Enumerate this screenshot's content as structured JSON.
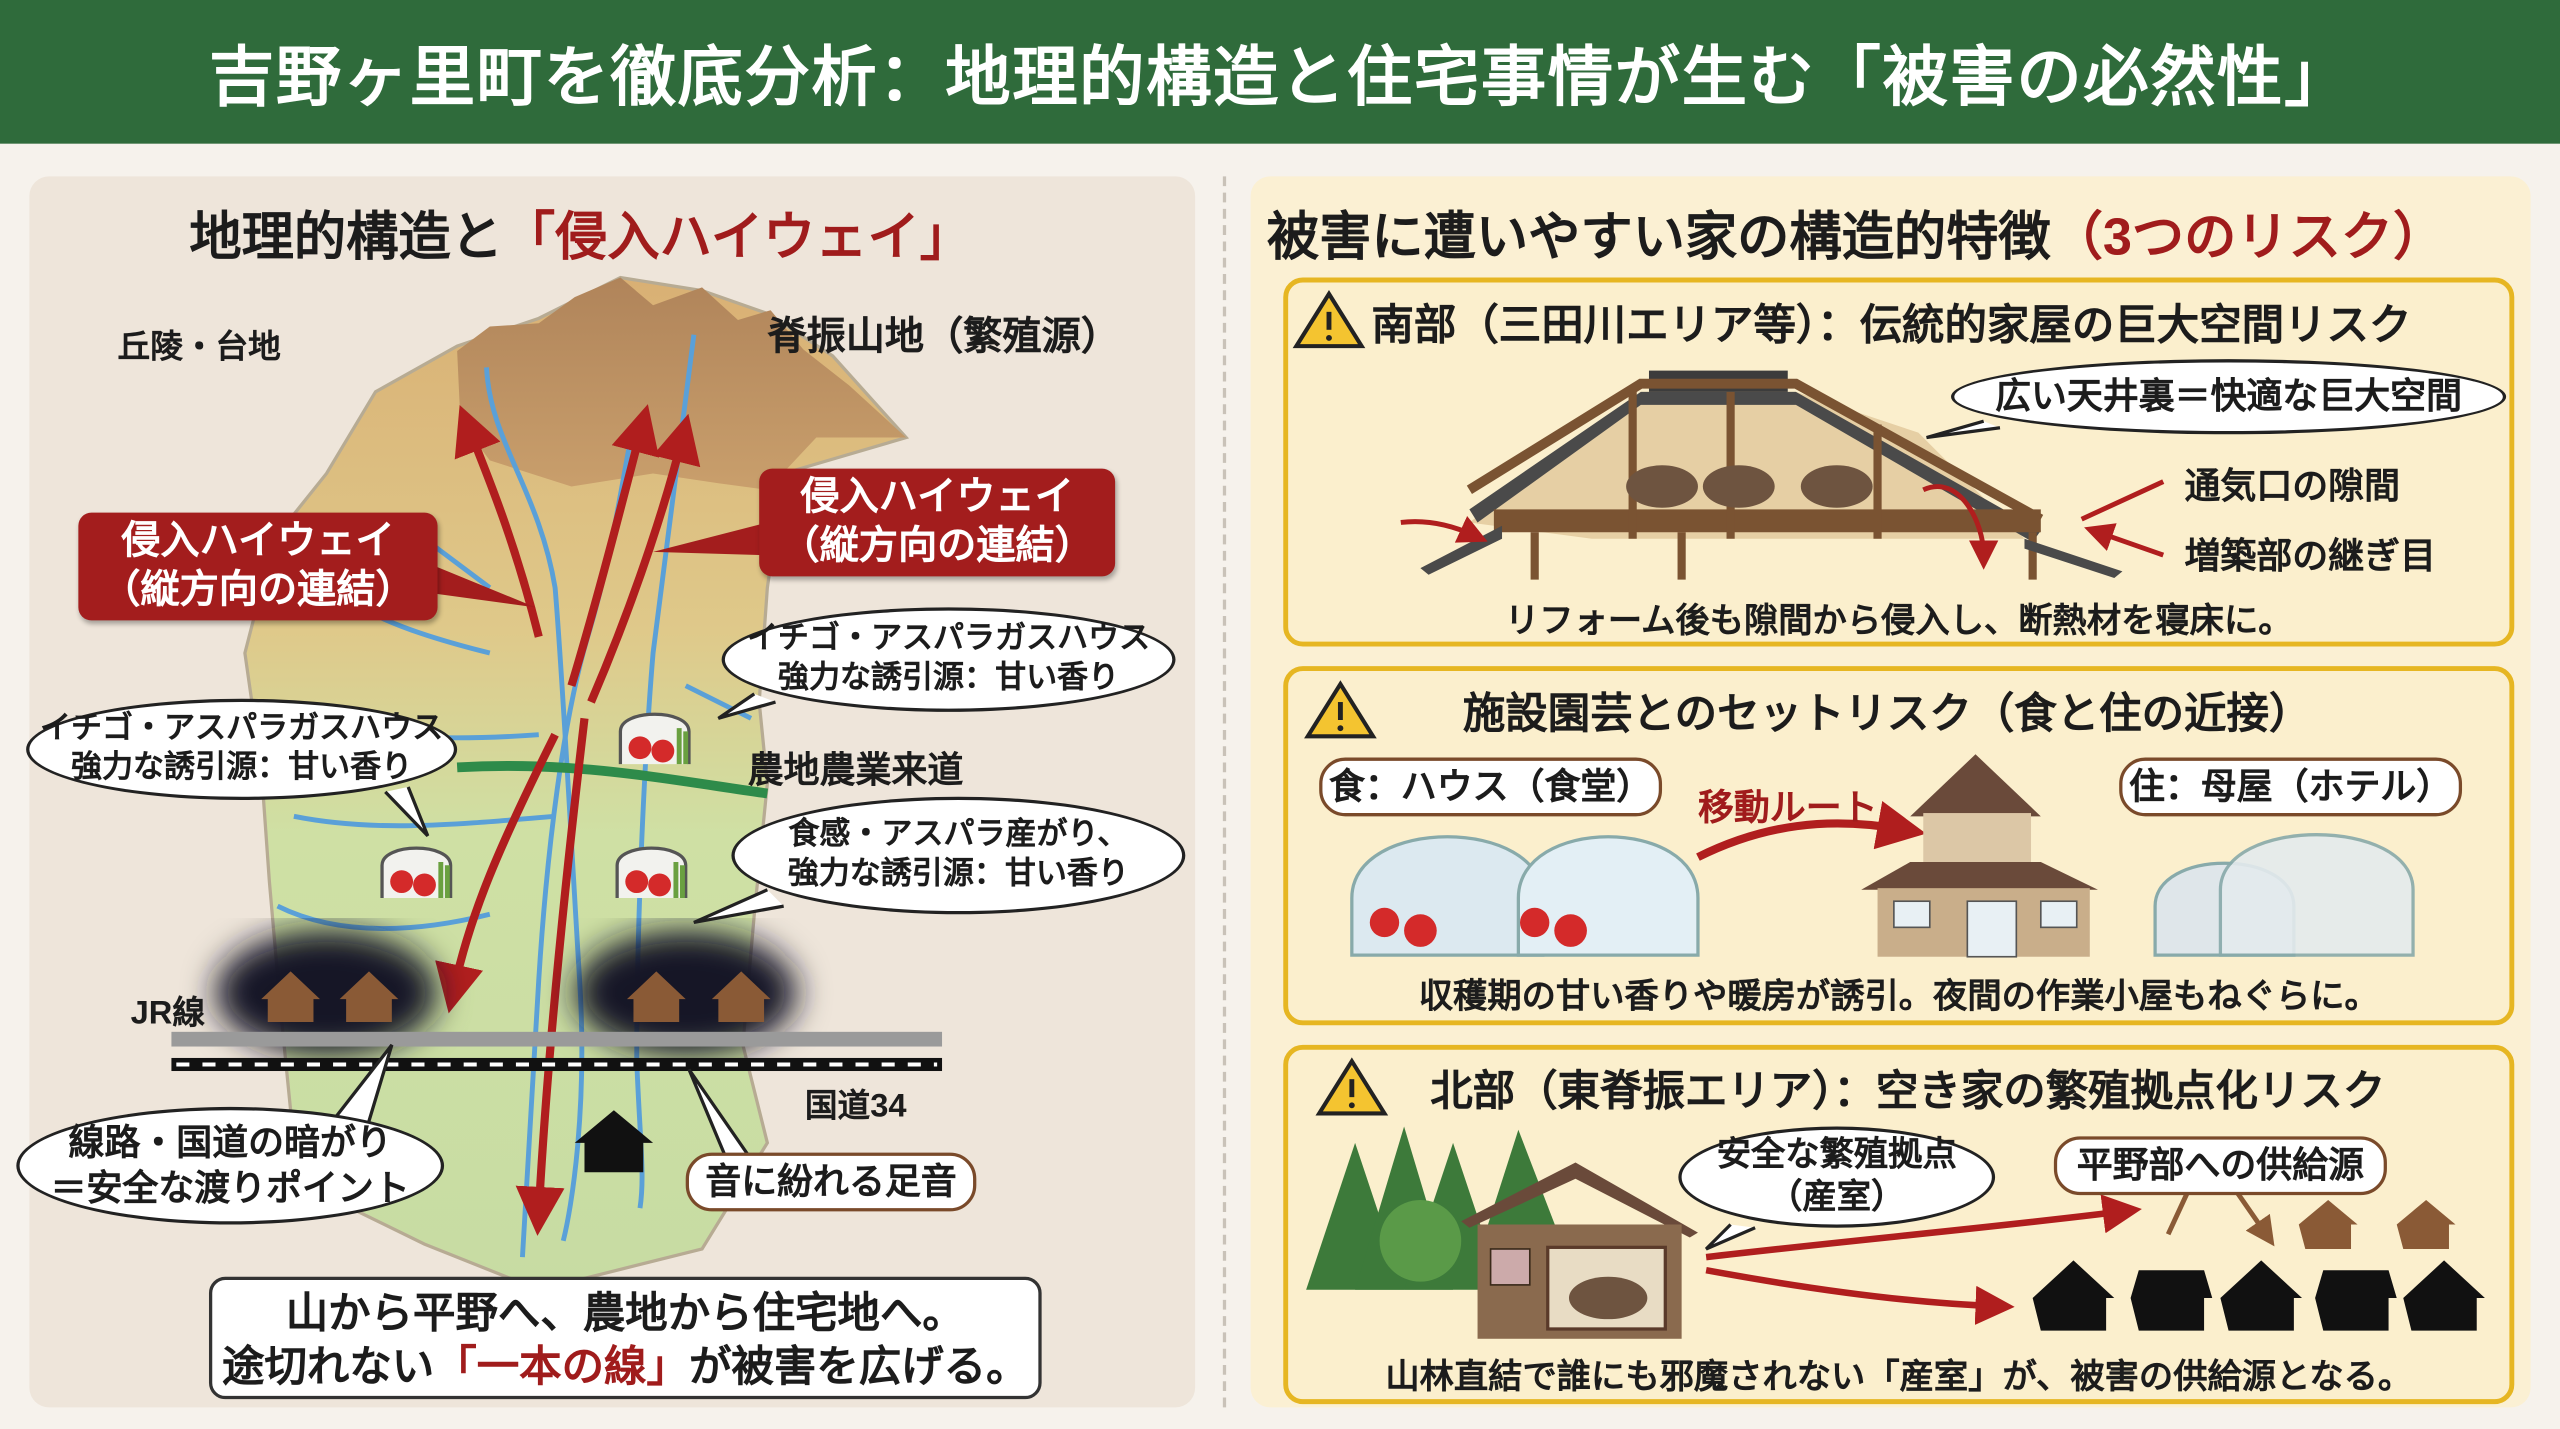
{
  "header": {
    "title": "吉野ヶ里町を徹底分析：地理的構造と住宅事情が生む「被害の必然性」"
  },
  "colors": {
    "header_green": "#2f6b3b",
    "accent_red": "#a31d1d",
    "warning_yellow": "#e6b622",
    "river_blue": "#5aa0d8",
    "road_green": "#2e8b4a"
  },
  "left": {
    "title_main": "地理的構造と",
    "title_highlight": "「侵入ハイウェイ」",
    "label_hills": "丘陵・台地",
    "label_mountains": "脊振山地（繁殖源）",
    "highway_left": {
      "line1": "侵入ハイウェイ",
      "line2": "（縦方向の連結）"
    },
    "highway_right": {
      "line1": "侵入ハイウェイ",
      "line2": "（縦方向の連結）"
    },
    "bubble_house_right": {
      "line1": "イチゴ・アスパラガスハウス",
      "line2": "強力な誘引源：甘い香り"
    },
    "bubble_house_left": {
      "line1": "イチゴ・アスパラガスハウス",
      "line2": "強力な誘引源：甘い香り"
    },
    "label_farm_road": "農地農業来道",
    "bubble_asparagus": {
      "line1": "食感・アスパラ産がり、",
      "line2": "強力な誘引源：甘い香り"
    },
    "label_jr": "JR線",
    "label_route34": "国道34",
    "bubble_crossing": {
      "line1": "線路・国道の暗がり",
      "line2": "＝安全な渡りポイント"
    },
    "tag_footsteps": "音に紛れる足音",
    "summary": {
      "line1": "山から平野へ、農地から住宅地へ。",
      "line2_pre": "途切れない",
      "line2_highlight": "「一本の線」",
      "line2_post": "が被害を広げる。"
    }
  },
  "right": {
    "title_main": "被害に遭いやすい家の構造的特徴",
    "title_highlight": "（3つのリスク）",
    "risk1": {
      "heading": "南部（三田川エリア等）：伝統的家屋の巨大空間リスク",
      "bubble": "広い天井裏＝快適な巨大空間",
      "label_vent": "通気口の隙間",
      "label_joint": "増築部の継ぎ目",
      "caption": "リフォーム後も隙間から侵入し、断熱材を寝床に。",
      "icon": "warning-icon"
    },
    "risk2": {
      "heading": "施設園芸とのセットリスク（食と住の近接）",
      "tag_food": "食：ハウス（食堂）",
      "route": "移動ルート",
      "tag_home": "住：母屋（ホテル）",
      "caption": "収穫期の甘い香りや暖房が誘引。夜間の作業小屋もねぐらに。",
      "icon": "warning-icon"
    },
    "risk3": {
      "heading": "北部（東脊振エリア）：空き家の繁殖拠点化リスク",
      "bubble": {
        "line1": "安全な繁殖拠点",
        "line2": "（産室）"
      },
      "tag_supply": "平野部への供給源",
      "caption": "山林直結で誰にも邪魔されない「産室」が、被害の供給源となる。",
      "icon": "warning-icon"
    }
  }
}
